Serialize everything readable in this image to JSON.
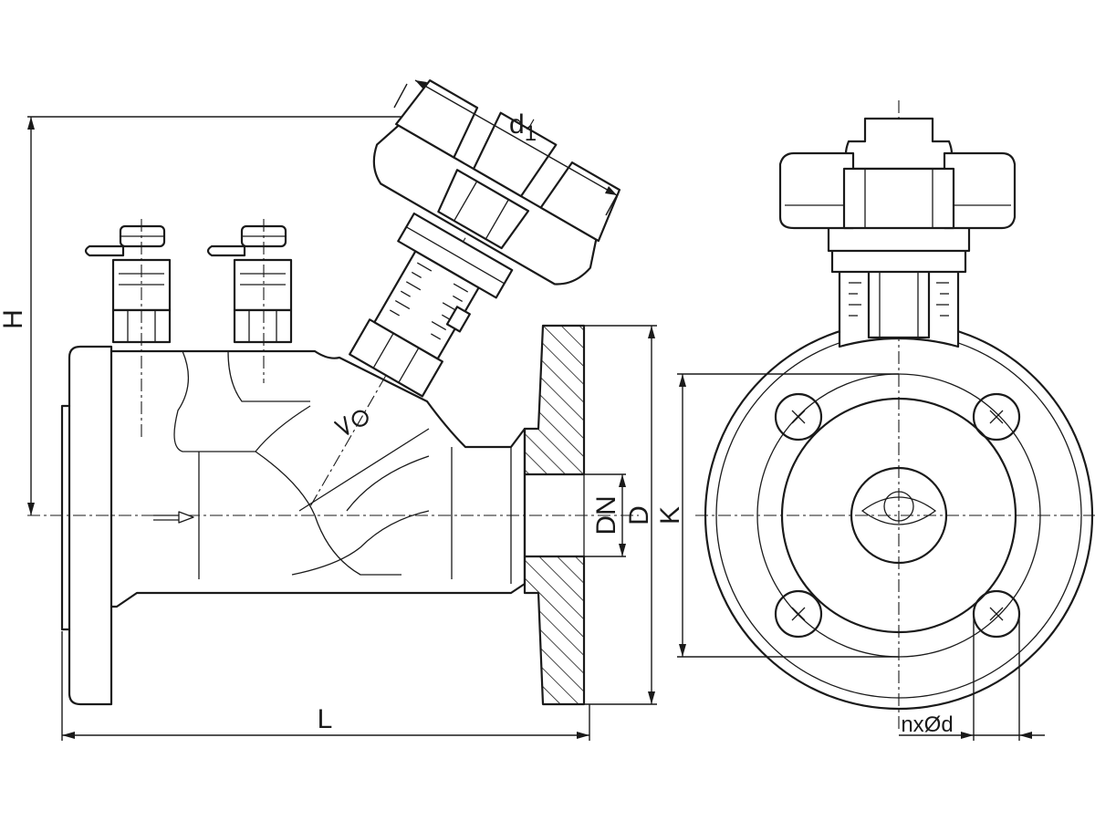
{
  "labels": {
    "height": "H",
    "handwheel_diameter": "d",
    "handwheel_diameter_sub": "1",
    "nominal_diameter": "DN",
    "flange_outer_diameter": "D",
    "bolt_circle": "K",
    "length": "L",
    "bolt_holes": "nxØd"
  }
}
